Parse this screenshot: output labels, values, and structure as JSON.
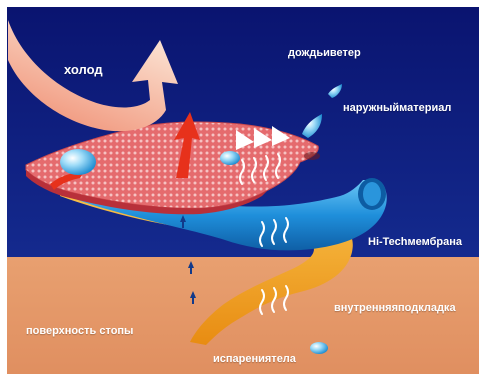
{
  "labels": {
    "cold": "холод",
    "rain_wind": "дождьиветер",
    "outer_material": "наружныйматериал",
    "membrane": "Hi-Techмембрана",
    "lining": "внутренняяподкладка",
    "foot_surface": "поверхность стопы",
    "evaporation": "испарениятела"
  },
  "colors": {
    "sky": "#0d1a78",
    "ground": "#e39a6a",
    "outer_layer": "#e86a6a",
    "membrane": "#1e8fd8",
    "lining": "#f3a81e",
    "cold_arrow": "#f6b59a",
    "heat_arrow": "#e7311b"
  }
}
